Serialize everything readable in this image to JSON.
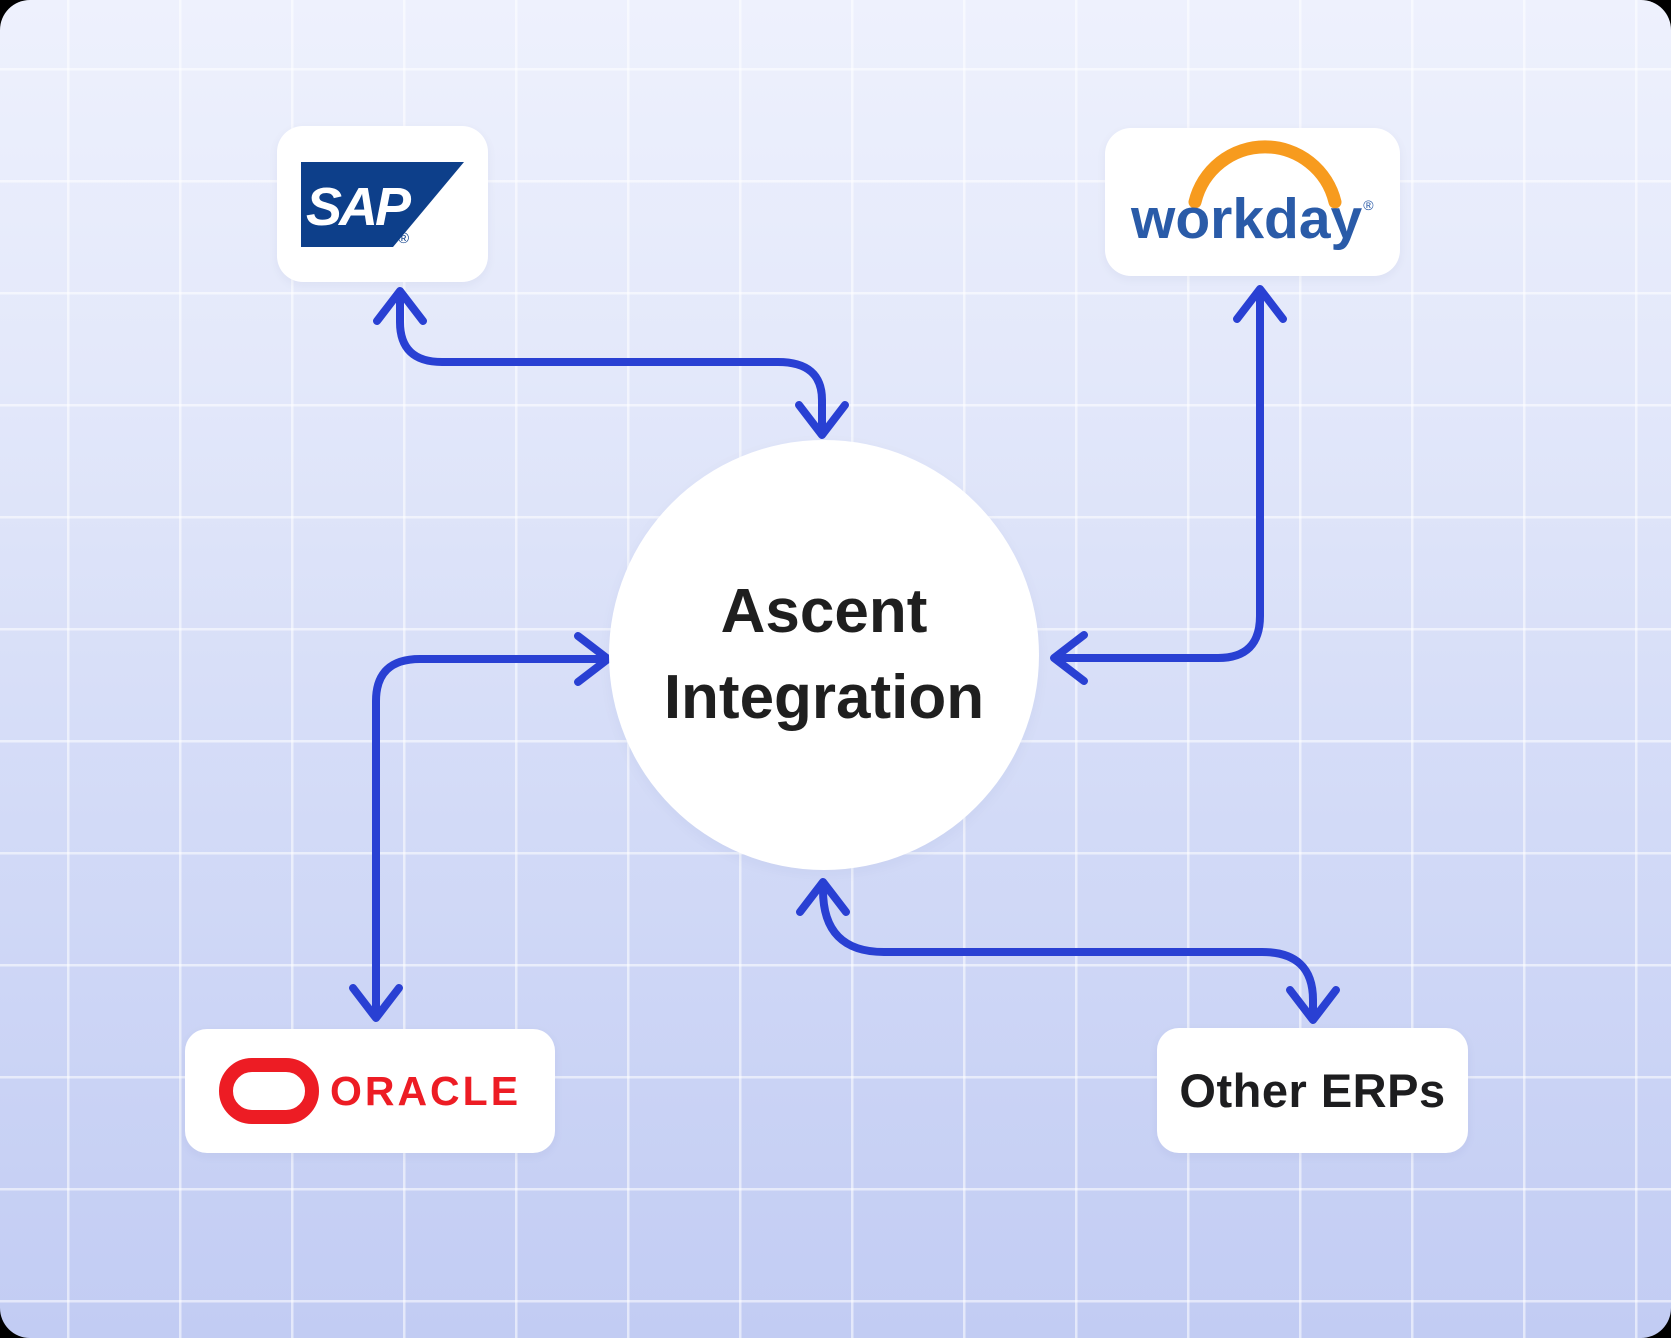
{
  "center_node": {
    "line1": "Ascent",
    "line2": "Integration",
    "fill": "#ffffff",
    "text_color": "#1f1f1f"
  },
  "nodes": {
    "sap": {
      "label": "SAP",
      "registered_mark": "®",
      "logo_color": "#0d3f8a",
      "logo_text_color": "#ffffff"
    },
    "workday": {
      "label": "workday",
      "registered_mark": "®",
      "wordmark_color": "#2a5ba8",
      "arc_color": "#f79b1e"
    },
    "oracle": {
      "label": "ORACLE",
      "logo_color": "#ed1c24"
    },
    "other_erps": {
      "label": "Other ERPs",
      "text_color": "#1d1d1f"
    }
  },
  "arrows": {
    "color": "#2940d3",
    "style": "bidirectional-elbow",
    "connections": [
      "SAP — Ascent Integration",
      "workday — Ascent Integration",
      "ORACLE — Ascent Integration",
      "Other ERPs — Ascent Integration"
    ]
  },
  "background": {
    "top_color": "#eef1fd",
    "bottom_color": "#c2ccf3",
    "grid_line_color": "rgba(255,255,255,0.55)",
    "card_color": "#ffffff"
  }
}
